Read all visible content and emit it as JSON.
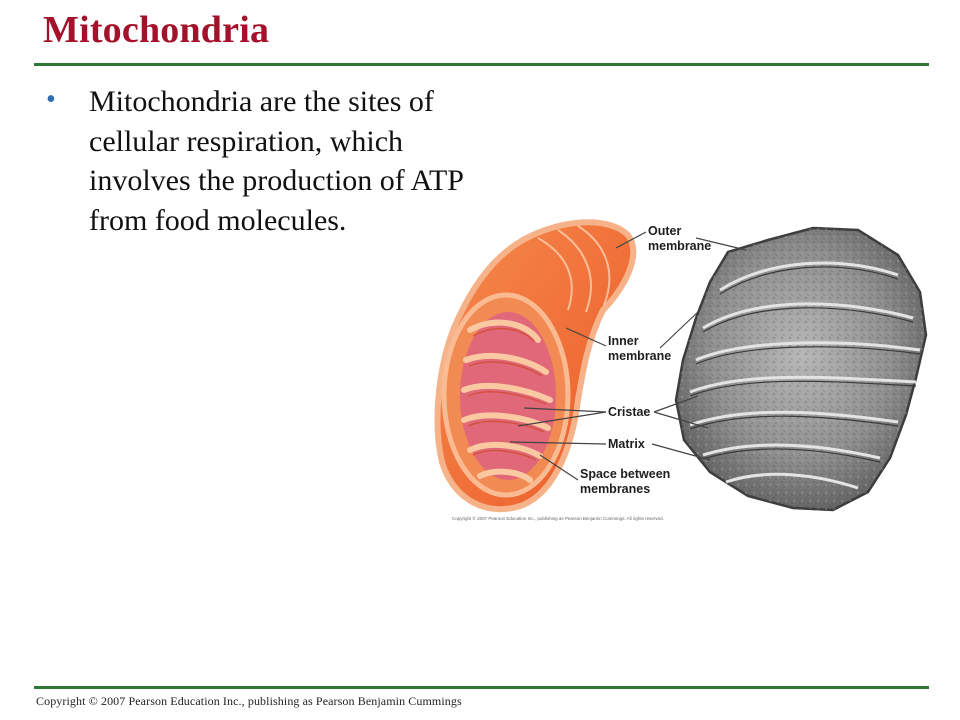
{
  "slide": {
    "title": "Mitochondria",
    "bullets": [
      "Mitochondria are the sites of cellular respiration, which involves the production of ATP from food molecules."
    ],
    "footer": "Copyright © 2007 Pearson Education Inc., publishing as Pearson Benjamin Cummings"
  },
  "figure": {
    "labels": {
      "outer_membrane": [
        "Outer",
        "membrane"
      ],
      "inner_membrane": [
        "Inner",
        "membrane"
      ],
      "cristae": "Cristae",
      "matrix": "Matrix",
      "space_between": [
        "Space between",
        "membranes"
      ]
    },
    "credit": "Copyright © 2007 Pearson Education Inc., publishing as Pearson Benjamin Cummings. All rights reserved."
  },
  "colors": {
    "title": "#a3122a",
    "rule": "#2e7a35",
    "bullet": "#2f6db5",
    "mito_outer": "#f36a35",
    "mito_inner": "#f9b183",
    "micrograph": "#8c8c8c"
  }
}
